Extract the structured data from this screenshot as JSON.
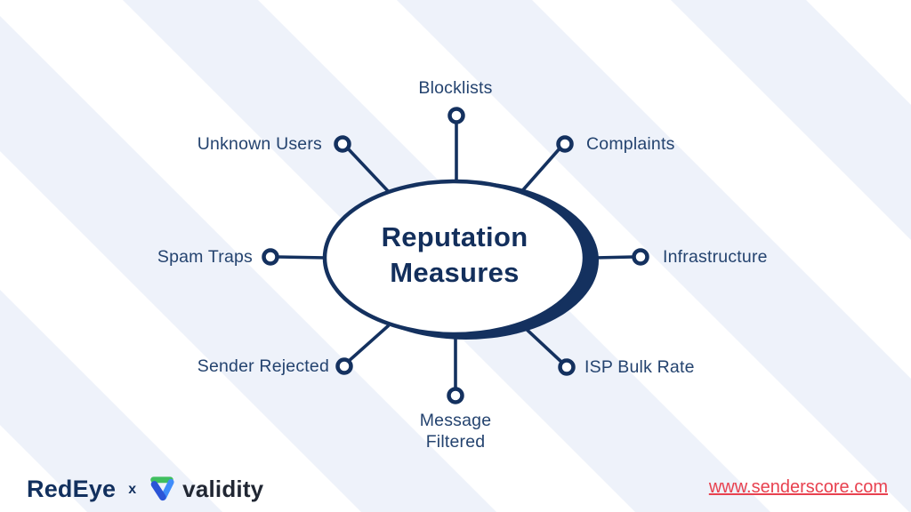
{
  "title": {
    "line1": "Reputation",
    "line2": "Measures"
  },
  "nodes": [
    {
      "id": "blocklists",
      "label": "Blocklists"
    },
    {
      "id": "unknown-users",
      "label": "Unknown Users"
    },
    {
      "id": "complaints",
      "label": "Complaints"
    },
    {
      "id": "spam-traps",
      "label": "Spam Traps"
    },
    {
      "id": "infrastructure",
      "label": "Infrastructure"
    },
    {
      "id": "sender-rejected",
      "label": "Sender Rejected"
    },
    {
      "id": "isp-bulk-rate",
      "label": "ISP Bulk Rate"
    },
    {
      "id": "message-filtered",
      "label": "Message Filtered"
    }
  ],
  "footer": {
    "brand_left": "RedEye",
    "collab_separator": "x",
    "brand_right": "validity",
    "website": "www.senderscore.com"
  },
  "colors": {
    "navy": "#14315f",
    "title_text": "#132f5c",
    "label_text": "#24436f",
    "background_stripe": "#eef2fa",
    "link_red": "#e8414f",
    "validity_green": "#3fbf5f",
    "validity_blue_light": "#3f8cfa",
    "validity_blue_dark": "#2b54d6",
    "validity_text": "#212733"
  }
}
